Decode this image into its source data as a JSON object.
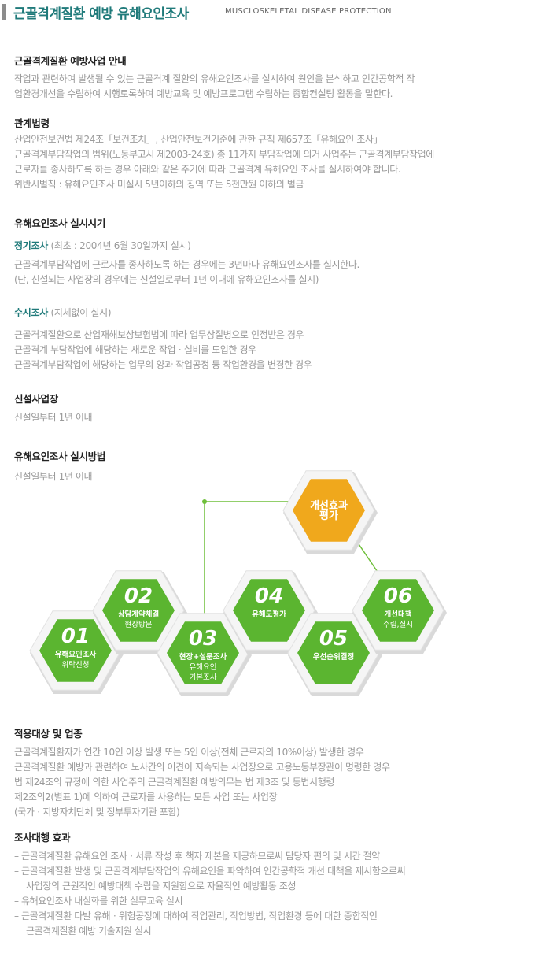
{
  "header": {
    "title": "근골격계질환 예방 유해요인조사",
    "subtitle": "MUSCLOSKELETAL DISEASE PROTECTION"
  },
  "overview": {
    "heading": "근골격계질환 예방사업 안내",
    "lines": [
      "작업과 관련하여 발생될 수 있는 근골격계 질환의 유해요인조사를 실시하여 원인을 분석하고 인간공학적 작",
      "업환경개선을 수립하여 시행토록하며 예방교육 및 예방프로그램 수립하는 종합컨설팅 활동을 말한다."
    ]
  },
  "law": {
    "heading": "관계법령",
    "lines": [
      "산업안전보건법 제24조「보건조치」, 산업안전보건기준에 관한 규칙 제657조「유해요인 조사」",
      "근골격계부담작업의 범위(노동부고시 제2003-24호) 총 11가지 부담작업에 의거 사업주는 근골격계부담작업에",
      "근로자를 종사하도록 하는 경우 아래와 같은 주기에 따라 근골격계 유해요인 조사를 실시하여야 합니다.",
      "위반시벌칙 : 유해요인조사 미실시 5년이하의 징역 또는 5천만원 이하의 벌금"
    ]
  },
  "timing": {
    "heading": "유해요인조사 실시시기",
    "regular": {
      "label": "정기조사",
      "note": "(최초 : 2004년 6월 30일까지 실시)",
      "lines": [
        "근골격계부담작업에 근로자를 종사하도록 하는 경우에는 3년마다 유해요인조사를 실시한다.",
        "(단, 신설되는 사업장의 경우에는 신설일로부터 1년 이내에 유해요인조사를 실시)"
      ]
    },
    "adhoc": {
      "label": "수시조사",
      "note": "(지체없이 실시)",
      "lines": [
        "근골격계질환으로 산업재해보상보험법에 따라 업무상질병으로 인정받은 경우",
        "근골격계 부담작업에 해당하는 새로운 작업ㆍ설비를 도입한 경우",
        "근골격계부담작업에 해당하는 업무의 양과 작업공정 등 작업환경을 변경한 경우"
      ]
    }
  },
  "newsite": {
    "heading": "신설사업장",
    "text": "신설일부터 1년 이내"
  },
  "method": {
    "heading": "유해요인조사 실시방법",
    "text": "신설일부터 1년 이내",
    "steps": [
      {
        "num": "01",
        "lines": [
          "유해요인조사",
          "위탁신청"
        ]
      },
      {
        "num": "02",
        "lines": [
          "상담계약체결",
          "현장방문"
        ]
      },
      {
        "num": "03",
        "lines": [
          "현장+설문조사",
          "유해요인",
          "기본조사"
        ]
      },
      {
        "num": "04",
        "lines": [
          "유해도평가"
        ]
      },
      {
        "num": "05",
        "lines": [
          "우선순위결정"
        ]
      },
      {
        "num": "06",
        "lines": [
          "개선대책",
          "수립,실시"
        ]
      }
    ],
    "final": {
      "lines": [
        "개선효과",
        "평가"
      ]
    },
    "colors": {
      "hex": "#5bb530",
      "final": "#f0a81c",
      "link": "#6fbf3a"
    }
  },
  "target": {
    "heading": "적용대상 및 업종",
    "lines": [
      "근골격계질환자가 연간 10인 이상 발생 또는 5인 이상(전체 근로자의 10%이상) 발생한 경우",
      "근골격계질환 예방과 관련하여 노사간의 이견이 지속되는 사업장으로 고용노동부장관이 명령한 경우",
      "법 제24조의 규정에 의한 사업주의 근골격계질환 예방의무는 법 제3조 및 동법시행령",
      "제2조의2(별표 1)에 의하여 근로자를 사용하는 모든 사업 또는 사업장",
      "(국가ㆍ지방자치단체 및 정부투자기관 포함)"
    ]
  },
  "effect": {
    "heading": "조사대행 효과",
    "lines": [
      "– 근골격계질환 유해요인 조사ㆍ서류 작성 후 책자 제본을 제공하므로써 담당자 편의 및 시간 절약",
      "– 근골격계질환 발생 및 근골격계부담작업의 유해요인을 파악하여 인간공학적 개선 대책을 제시함으로써",
      "사업장의 근원적인 예방대책 수립을 지원함으로 자율적인 예방활동 조성",
      "– 유해요인조사 내실화를 위한 실무교육 실시",
      "– 근골격계질환 다발 유해ㆍ위험공정에 대하여 작업관리, 작업방법, 작업환경 등에 대한 종합적인",
      "근골격계질환 예방 기술지원 실시"
    ]
  }
}
